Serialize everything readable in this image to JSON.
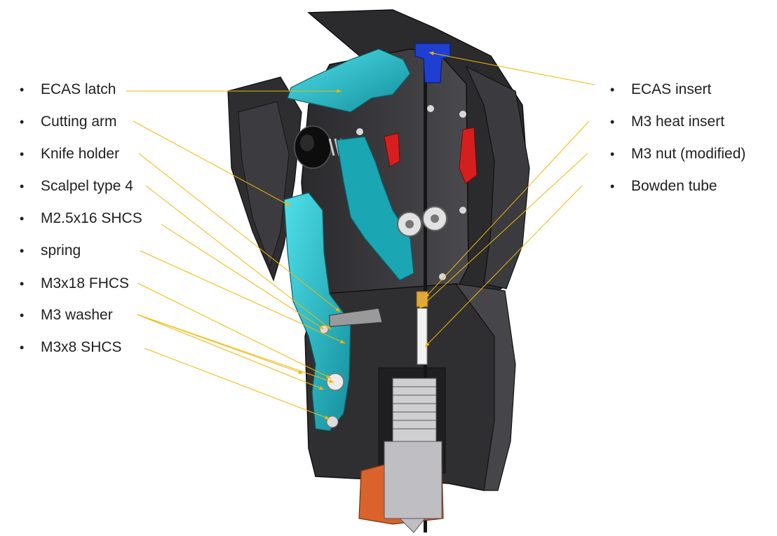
{
  "left_labels": [
    {
      "text": "ECAS latch"
    },
    {
      "text": "Cutting arm"
    },
    {
      "text": "Knife holder"
    },
    {
      "text": "Scalpel type 4"
    },
    {
      "text": "M2.5x16 SHCS"
    },
    {
      "text": "spring"
    },
    {
      "text": "M3x18 FHCS"
    },
    {
      "text": "M3 washer"
    },
    {
      "text": "M3x8 SHCS"
    }
  ],
  "right_labels": [
    {
      "text": "ECAS insert"
    },
    {
      "text": "M3 heat insert"
    },
    {
      "text": "M3 nut (modified)"
    },
    {
      "text": "Bowden tube"
    }
  ],
  "bullet_char": "•",
  "colors": {
    "leader_line": "#f2b705",
    "housing_dark": "#3a3a3d",
    "housing_black": "#232325",
    "teal_part": "#1fb7c4",
    "blue_insert": "#1f3fd1",
    "red_part": "#d71e1e",
    "copper_block": "#d9632a"
  }
}
